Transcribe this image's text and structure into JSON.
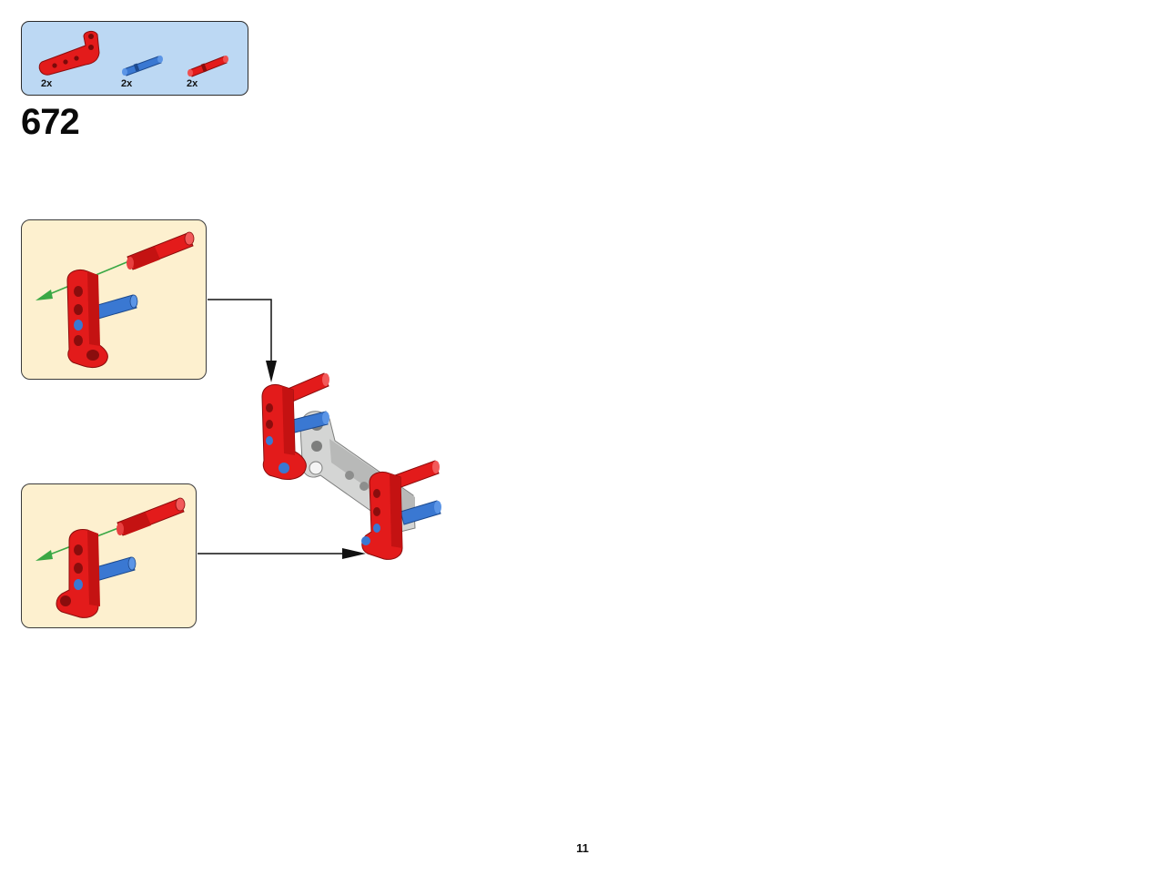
{
  "parts_list": {
    "items": [
      {
        "part": "red-angled-beam",
        "quantity": "2x"
      },
      {
        "part": "blue-axle-pin",
        "quantity": "2x"
      },
      {
        "part": "red-axle-pin",
        "quantity": "2x"
      }
    ]
  },
  "step": {
    "number": "672"
  },
  "page": {
    "number": "11"
  },
  "colors": {
    "parts_box_bg": "#bcd8f3",
    "sub_assembly_bg": "#fdf0cf",
    "part_red": "#e31b1b",
    "part_blue": "#3a78d2",
    "part_grey": "#c9cac9",
    "arrow_green": "#3aa845"
  },
  "icons": [
    "red-angled-beam-icon",
    "blue-axle-pin-icon",
    "red-axle-pin-icon",
    "green-insert-arrow-icon",
    "black-callout-arrow-icon"
  ]
}
